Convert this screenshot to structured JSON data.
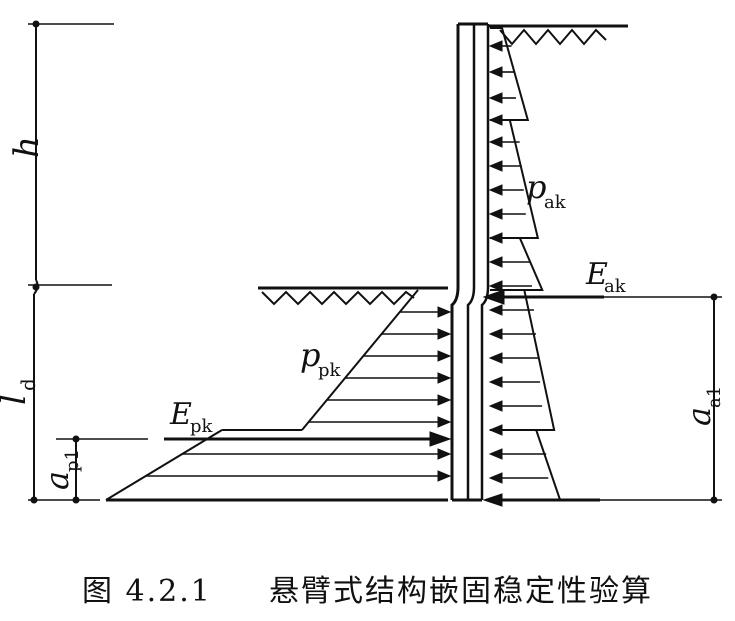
{
  "labels": {
    "h": "h",
    "ld_main": "l",
    "ld_sub": "d",
    "pak_main": "p",
    "pak_sub": "ak",
    "eak_main": "E",
    "eak_sub": "ak",
    "ppk_main": "p",
    "ppk_sub": "pk",
    "epk_main": "E",
    "epk_sub": "pk",
    "aa1_main": "a",
    "aa1_sub": "a1",
    "ap1_main": "a",
    "ap1_sub": "p1"
  },
  "caption": {
    "number": "图 4.2.1",
    "title": "悬臂式结构嵌固稳定性验算"
  }
}
